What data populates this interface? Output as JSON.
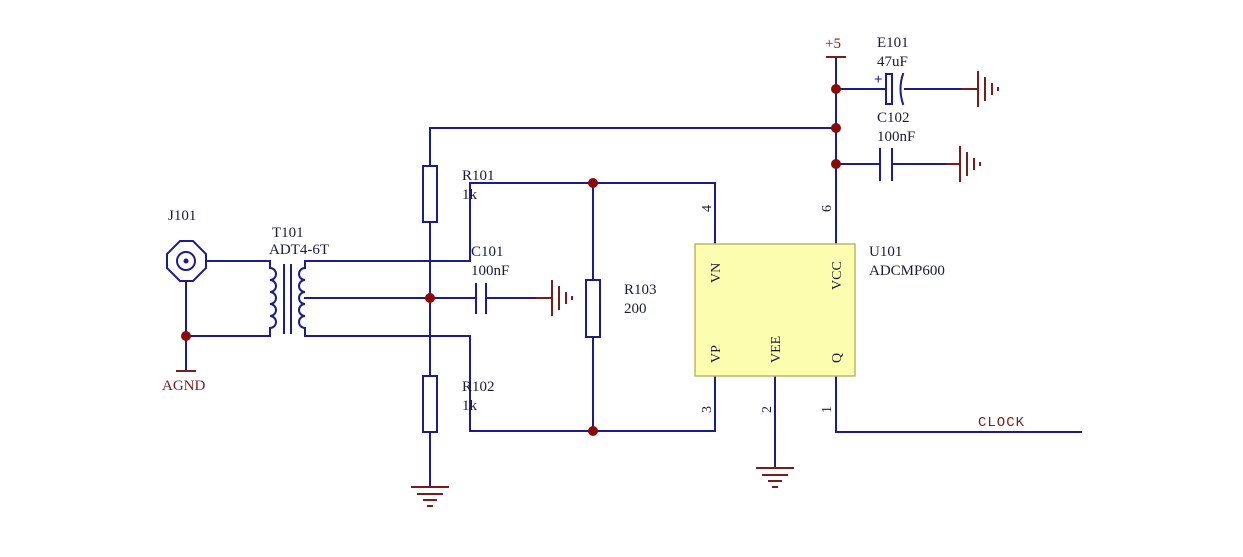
{
  "components": {
    "j101": {
      "ref": "J101"
    },
    "t101": {
      "ref": "T101",
      "value": "ADT4-6T"
    },
    "r101": {
      "ref": "R101",
      "value": "1k"
    },
    "r102": {
      "ref": "R102",
      "value": "1k"
    },
    "r103": {
      "ref": "R103",
      "value": "200"
    },
    "c101": {
      "ref": "C101",
      "value": "100nF"
    },
    "c102": {
      "ref": "C102",
      "value": "100nF"
    },
    "e101": {
      "ref": "E101",
      "value": "47uF",
      "polarity": "+"
    },
    "u101": {
      "ref": "U101",
      "value": "ADCMP600",
      "pins": [
        {
          "name": "VN",
          "number": "4"
        },
        {
          "name": "VP",
          "number": "3"
        },
        {
          "name": "VEE",
          "number": "2"
        },
        {
          "name": "VCC",
          "number": "6"
        },
        {
          "name": "Q",
          "number": "1"
        }
      ]
    }
  },
  "nets": {
    "agnd": "AGND",
    "vplus": "+5",
    "clock": "CLOCK"
  },
  "colors": {
    "wire": "#1c1c8c",
    "junction": "#8b0a0a",
    "ground": "#7a1c1c",
    "ic_fill": "#fdfdb0"
  }
}
